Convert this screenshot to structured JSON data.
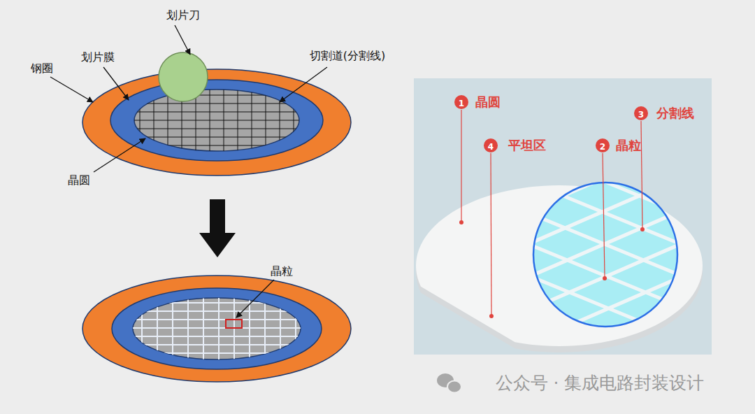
{
  "diagram": {
    "labels": [
      "划片刀",
      "划片膜",
      "钢圈",
      "切割道(分割线)",
      "晶圆",
      "晶粒",
      "1",
      "晶圆",
      "2",
      "晶粒",
      "3",
      "分割线",
      "4",
      "平坦区",
      "公众号 · 集成电路封装设计"
    ]
  }
}
